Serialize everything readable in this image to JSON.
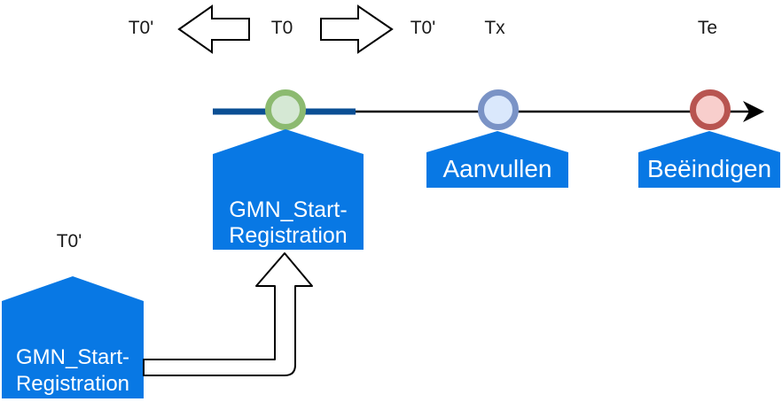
{
  "labels": {
    "t0_prime_left": "T0'",
    "t0_center": "T0",
    "t0_prime_right": "T0'",
    "tx": "Tx",
    "te": "Te",
    "t0_prime_lower": "T0'"
  },
  "events": {
    "start_registration_main": {
      "lines": [
        "GMN_Start-",
        "Registration"
      ]
    },
    "aanvullen": {
      "label": "Aanvullen"
    },
    "beeindigen": {
      "label": "Beëindigen"
    },
    "start_registration_pre": {
      "lines": [
        "GMN_Start-",
        "Registration"
      ]
    }
  },
  "colors": {
    "event_blue": "#0878e4",
    "timeline_highlight_blue": "#0b4f94",
    "timeline_black": "#000000",
    "marker_green_stroke": "#8cba70",
    "marker_green_fill": "#d5e8d4",
    "marker_blue_stroke": "#7a93c6",
    "marker_blue_fill": "#dae8fc",
    "marker_red_stroke": "#b85450",
    "marker_red_fill": "#f8cecc",
    "outline_shape_fill": "#ffffff",
    "outline_shape_stroke": "#000000"
  }
}
